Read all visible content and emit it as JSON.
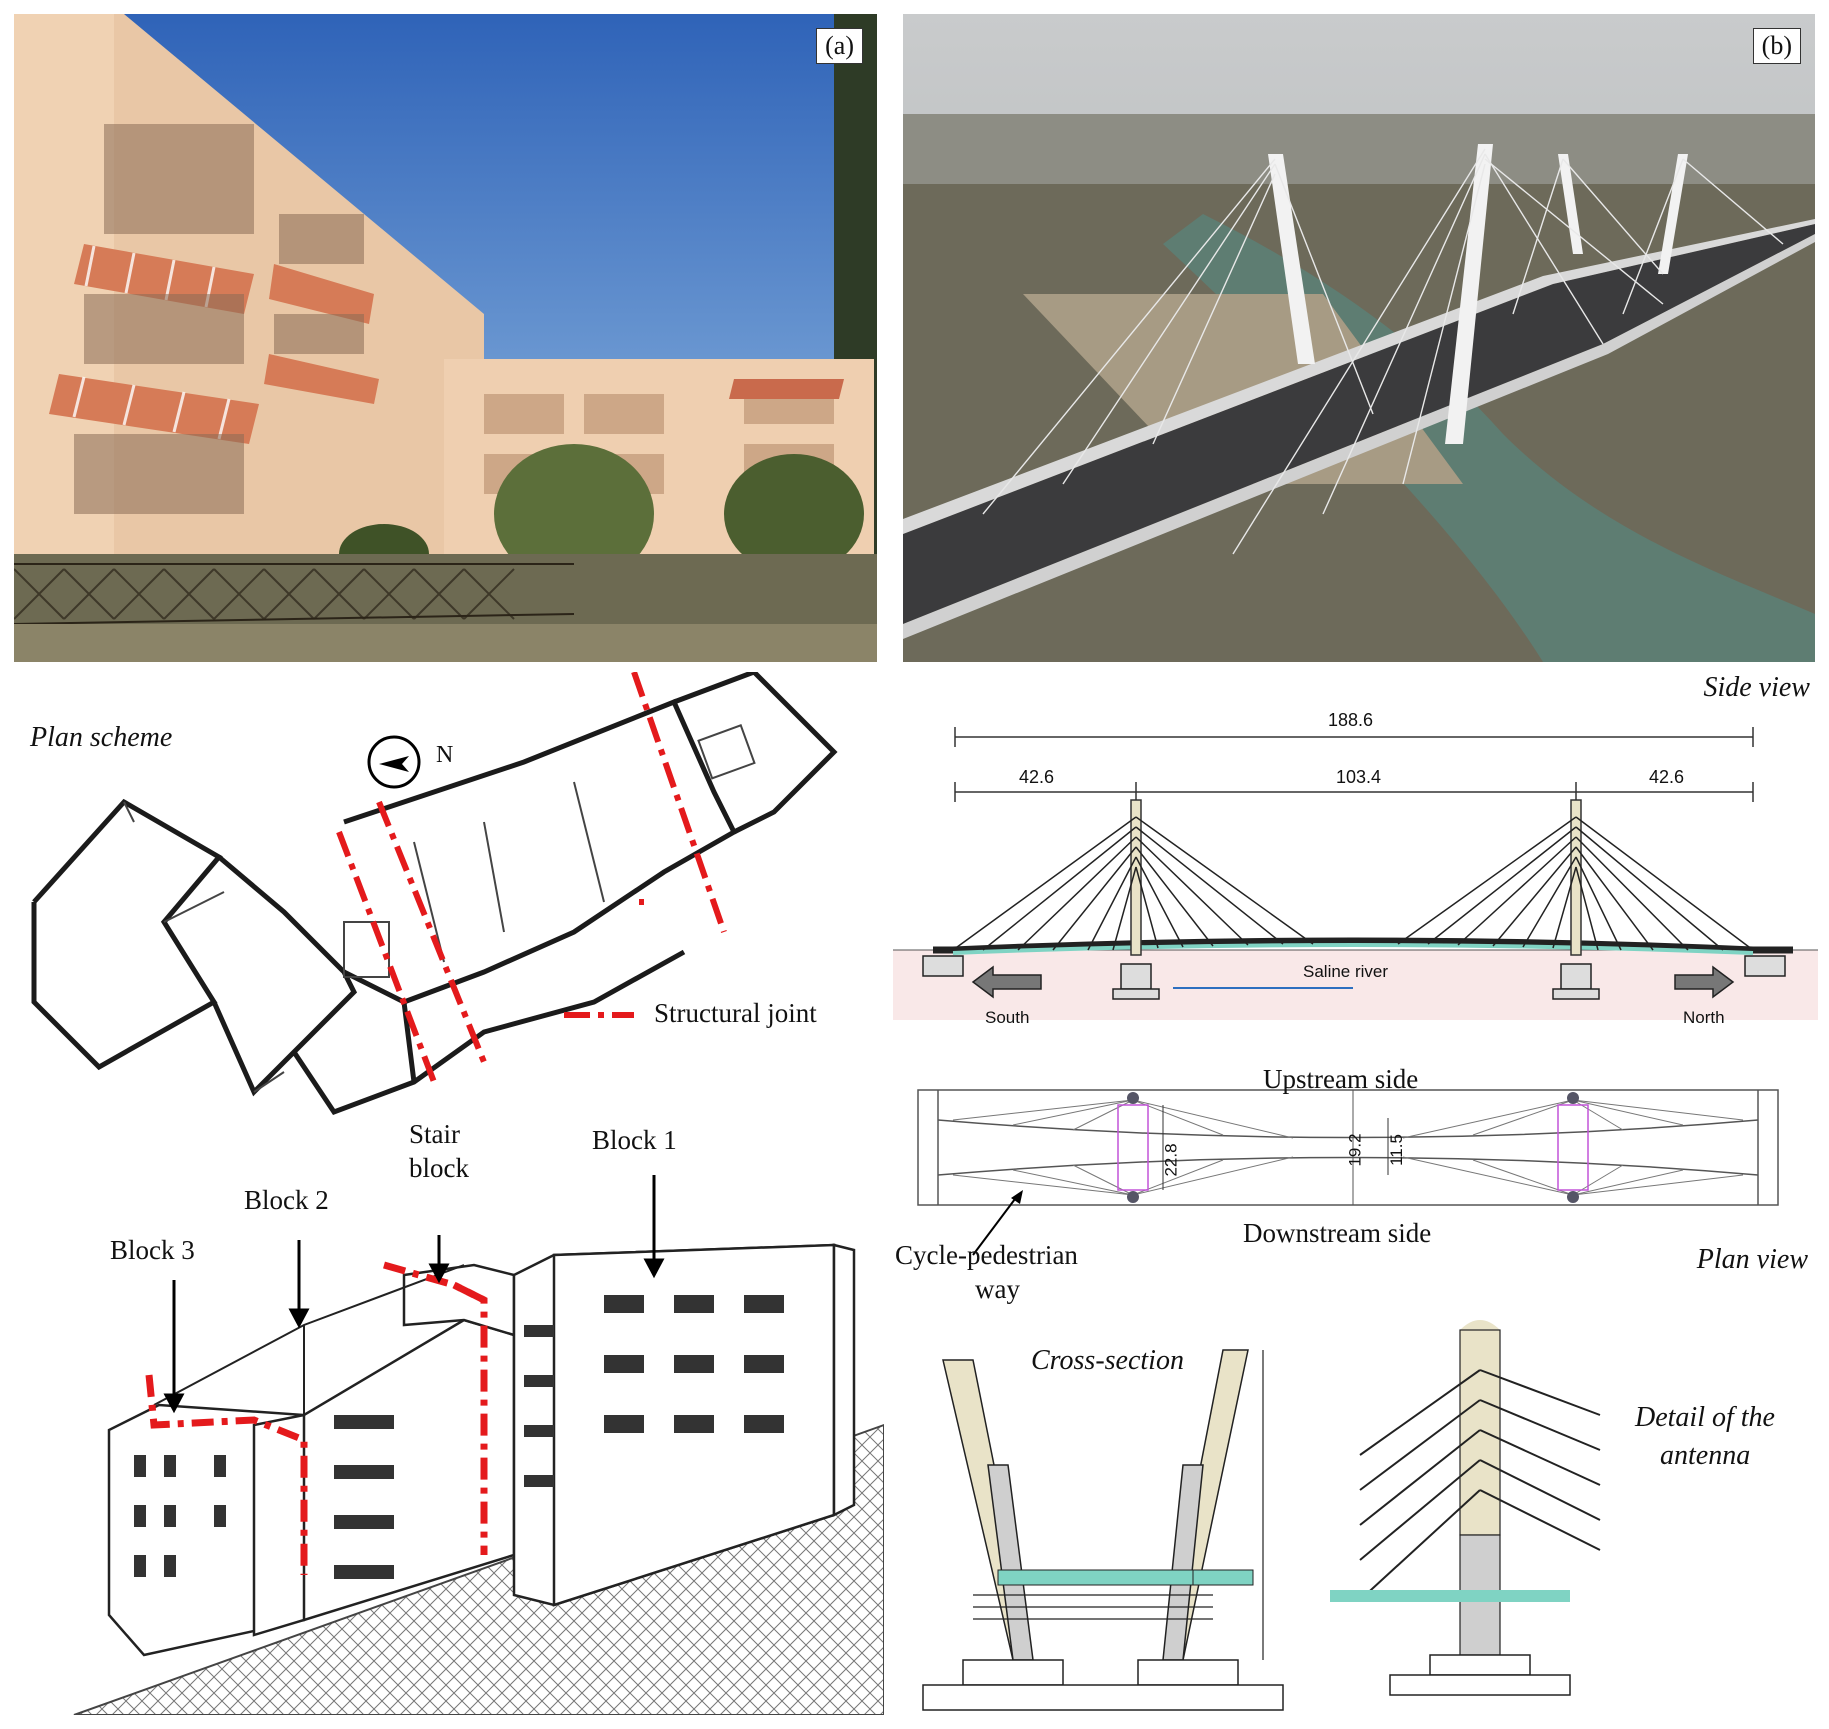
{
  "photos": {
    "a": {
      "tag": "(a)"
    },
    "b": {
      "tag": "(b)"
    }
  },
  "plan_scheme": {
    "title": "Plan scheme",
    "north": "N",
    "legend": "Structural joint"
  },
  "axonometric": {
    "block1": "Block 1",
    "block2": "Block 2",
    "block3": "Block 3",
    "stair_line1": "Stair",
    "stair_line2": "block"
  },
  "side_view": {
    "title": "Side view",
    "total": "188.6",
    "span_left": "42.6",
    "span_mid": "103.4",
    "span_right": "42.6",
    "river": "Saline river",
    "south": "South",
    "north": "North"
  },
  "plan_view": {
    "title": "Plan view",
    "upstream": "Upstream side",
    "downstream": "Downstream side",
    "w1": "22.8",
    "w2": "19.2",
    "w3": "11.5",
    "cycle_line1": "Cycle-pedestrian",
    "cycle_line2": "way"
  },
  "cross_section": {
    "title": "Cross-section"
  },
  "antenna": {
    "title_line1": "Detail of the",
    "title_line2": "antenna"
  },
  "colors": {
    "joint": "#e41a1c",
    "deck": "#7fd3c3",
    "antenna": "#e9e3c8",
    "sky": "#3f79c7"
  }
}
